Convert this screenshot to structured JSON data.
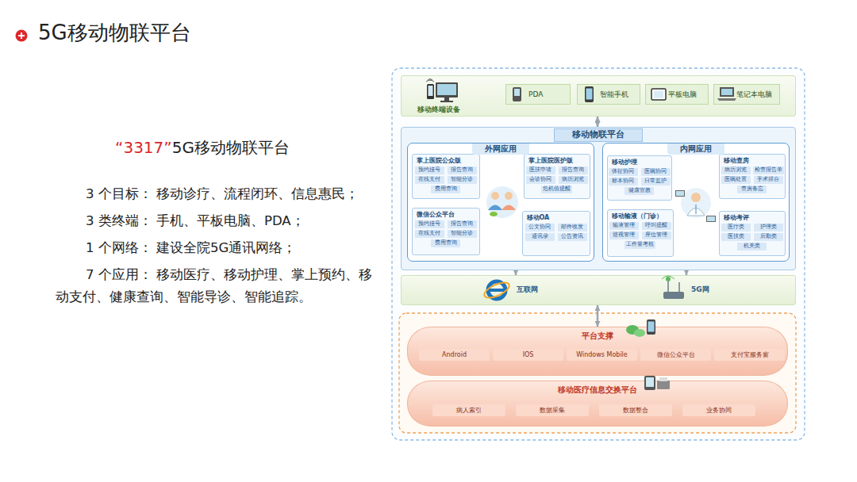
{
  "diagram": {
    "title": "5G移动物联平台",
    "nodes": [
      {
        "text": [
          "移动终端设备"
        ]
      },
      {
        "text": [
          "PDA"
        ],
        "in": 0
      },
      {
        "text": [
          "智能手机"
        ],
        "in": 0
      },
      {
        "text": [
          "平板电脑"
        ],
        "in": 0
      },
      {
        "text": [
          "笔记本电脑"
        ],
        "in": 0
      },
      {
        "text": [
          "移动物联平台"
        ]
      },
      {
        "text": [
          "外网应用"
        ],
        "in": 5
      },
      {
        "text": [
          "掌上医院公众版"
        ],
        "in": 6
      },
      {
        "text": [
          "预约挂号"
        ],
        "in": 7
      },
      {
        "text": [
          "报告查询"
        ],
        "in": 7
      },
      {
        "text": [
          "在线支付"
        ],
        "in": 7
      },
      {
        "text": [
          "智能分诊"
        ],
        "in": 7
      },
      {
        "text": [
          "费用查询"
        ],
        "in": 7
      },
      {
        "text": [
          "掌上医院医护版"
        ],
        "in": 6
      },
      {
        "text": [
          "医技申请"
        ],
        "in": 13
      },
      {
        "text": [
          "报告查询"
        ],
        "in": 13
      },
      {
        "text": [
          "会诊协同"
        ],
        "in": 13
      },
      {
        "text": [
          "病历浏览"
        ],
        "in": 13
      },
      {
        "text": [
          "危机值提醒"
        ],
        "in": 13
      },
      {
        "text": [
          "微信公众平台"
        ],
        "in": 6
      },
      {
        "text": [
          "预约挂号"
        ],
        "in": 19
      },
      {
        "text": [
          "报告查询"
        ],
        "in": 19
      },
      {
        "text": [
          "在线支付"
        ],
        "in": 19
      },
      {
        "text": [
          "智能分诊"
        ],
        "in": 19
      },
      {
        "text": [
          "费用查询"
        ],
        "in": 19
      },
      {
        "text": [
          "移动OA"
        ],
        "in": 6
      },
      {
        "text": [
          "公文协同"
        ],
        "in": 25
      },
      {
        "text": [
          "邮件收发"
        ],
        "in": 25
      },
      {
        "text": [
          "通讯录"
        ],
        "in": 25
      },
      {
        "text": [
          "公告资讯"
        ],
        "in": 25
      },
      {
        "text": [
          "内网应用"
        ],
        "in": 5
      },
      {
        "text": [
          "移动护理"
        ],
        "in": 30
      },
      {
        "text": [
          "体征协同"
        ],
        "in": 31
      },
      {
        "text": [
          "医嘱协同"
        ],
        "in": 31
      },
      {
        "text": [
          "标本协同"
        ],
        "in": 31
      },
      {
        "text": [
          "日常监护"
        ],
        "in": 31
      },
      {
        "text": [
          "健康宣教"
        ],
        "in": 31
      },
      {
        "text": [
          "移动查房"
        ],
        "in": 30
      },
      {
        "text": [
          "病历浏览"
        ],
        "in": 37
      },
      {
        "text": [
          "检查报告单"
        ],
        "in": 37
      },
      {
        "text": [
          "医嘱处置"
        ],
        "in": 37
      },
      {
        "text": [
          "手术排台"
        ],
        "in": 37
      },
      {
        "text": [
          "查房备忘"
        ],
        "in": 37
      },
      {
        "text": [
          "移动输液（门诊）"
        ],
        "in": 30
      },
      {
        "text": [
          "输液管理"
        ],
        "in": 43
      },
      {
        "text": [
          "呼叫提醒"
        ],
        "in": 43
      },
      {
        "text": [
          "巡视管理"
        ],
        "in": 43
      },
      {
        "text": [
          "座位管理"
        ],
        "in": 43
      },
      {
        "text": [
          "工作量考核"
        ],
        "in": 43
      },
      {
        "text": [
          "移动考评"
        ],
        "in": 30
      },
      {
        "text": [
          "医疗类"
        ],
        "in": 49
      },
      {
        "text": [
          "护理类"
        ],
        "in": 49
      },
      {
        "text": [
          "医技类"
        ],
        "in": 49
      },
      {
        "text": [
          "后勤类"
        ],
        "in": 49
      },
      {
        "text": [
          "机关类"
        ],
        "in": 49
      },
      {
        "text": [
          "互联网",
          "5G网"
        ]
      },
      {
        "text": [
          "平台支撑"
        ]
      },
      {
        "text": [
          "Android"
        ],
        "in": 56
      },
      {
        "text": [
          "IOS"
        ],
        "in": 56
      },
      {
        "text": [
          "Windows Mobile"
        ],
        "in": 56
      },
      {
        "text": [
          "微信公众平台"
        ],
        "in": 56
      },
      {
        "text": [
          "支付宝服务窗"
        ],
        "in": 56
      },
      {
        "text": [
          "移动医疗信息交换平台"
        ]
      },
      {
        "text": [
          "病人索引"
        ],
        "in": 62
      },
      {
        "text": [
          "数据采集"
        ],
        "in": 62
      },
      {
        "text": [
          "数据整合"
        ],
        "in": 62
      },
      {
        "text": [
          "业务协同"
        ],
        "in": 62
      }
    ],
    "edges": [
      {
        "from": 0,
        "to": 5,
        "arrow": "both"
      },
      {
        "from": 6,
        "to": 55,
        "arrow": "both"
      },
      {
        "from": 30,
        "to": 55,
        "arrow": "both"
      },
      {
        "from": 55,
        "to": 56,
        "arrow": "both"
      }
    ],
    "labels": [
      "“3317”",
      "5G移动物联平台",
      "3 个目标： 移动诊疗、流程闭环、信息惠民；",
      "3 类终端： 手机、平板电脑、PDA；",
      "1 个网络： 建设全院5G通讯网络；",
      "7 个应用： 移动医疗、移动护理、掌上预约、移动支付、健康查询、智能导诊、智能追踪。"
    ]
  }
}
